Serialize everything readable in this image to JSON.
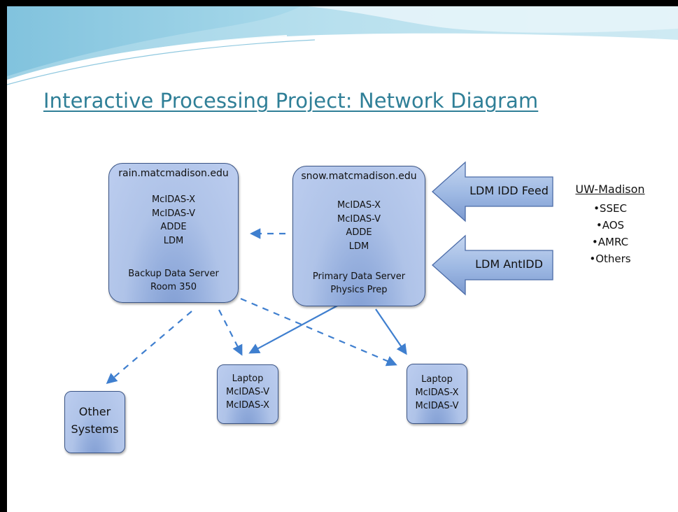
{
  "title": "Interactive Processing Project:  Network Diagram",
  "rain_server": {
    "hostname": "rain.matcmadison.edu",
    "software": [
      "McIDAS-X",
      "McIDAS-V",
      "ADDE",
      "LDM"
    ],
    "role": "Backup Data Server",
    "location": "Room 350"
  },
  "snow_server": {
    "hostname": "snow.matcmadison.edu",
    "software": [
      "McIDAS-X",
      "McIDAS-V",
      "ADDE",
      "LDM"
    ],
    "role": "Primary Data Server",
    "location": "Physics Prep"
  },
  "feeds": {
    "idd": "LDM IDD Feed",
    "antidd": "LDM AntIDD"
  },
  "source": {
    "heading": "UW-Madison",
    "items": [
      "•SSEC",
      "•AOS",
      "•AMRC",
      "•Others"
    ]
  },
  "laptop1": [
    "Laptop",
    "McIDAS-V",
    "McIDAS-X"
  ],
  "laptop2": [
    "Laptop",
    "McIDAS-X",
    "McIDAS-V"
  ],
  "other_systems": [
    "Other",
    "Systems"
  ],
  "colors": {
    "title": "#2f7f97",
    "node_fill": "#afc3e8",
    "node_border": "#3b5586",
    "connector": "#3f7fcf",
    "arrow_fill": "#8fb0df"
  }
}
